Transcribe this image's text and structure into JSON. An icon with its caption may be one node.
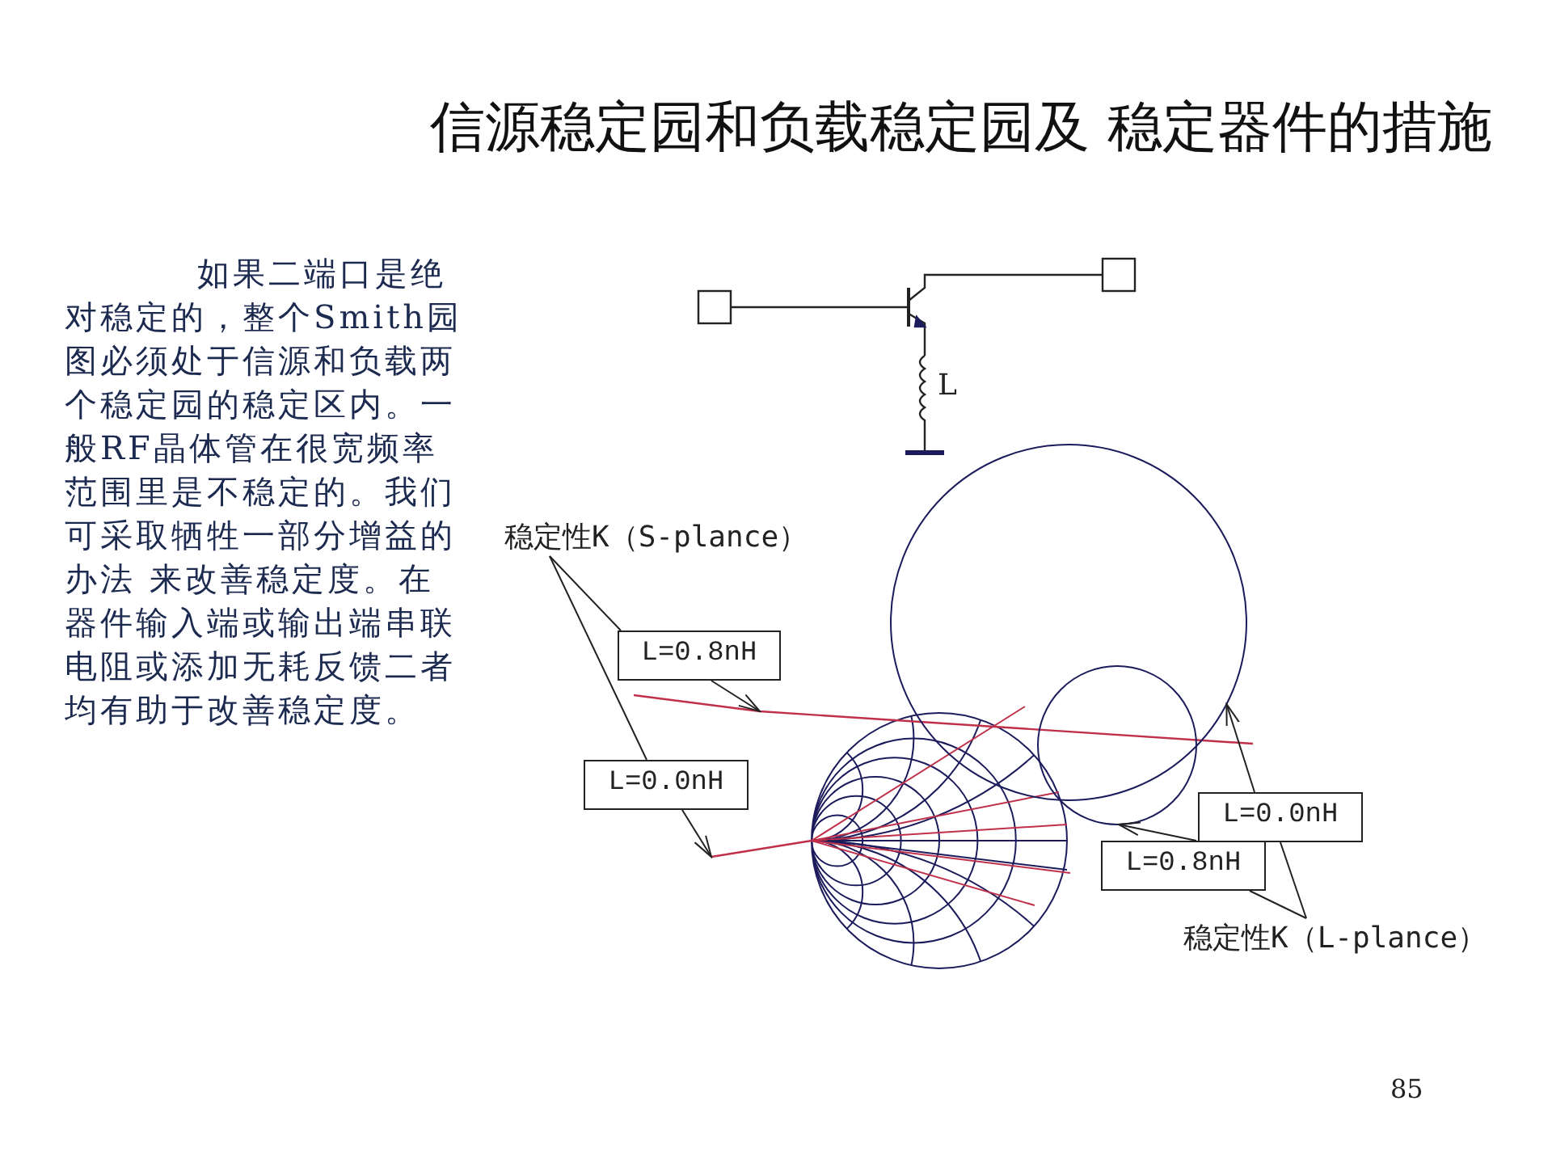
{
  "diagram": {
    "title": "信源稳定园和负载稳定园及 稳定器件的措施",
    "nodes": [
      {
        "text": [
          "稳定性K（S-plance）"
        ]
      },
      {
        "text": [
          "L=0.8nH"
        ]
      },
      {
        "text": [
          "L=0.0nH"
        ]
      },
      {
        "text": [
          "L=0.0nH"
        ]
      },
      {
        "text": [
          "L=0.8nH"
        ]
      },
      {
        "text": [
          "稳定性K（L-plance）"
        ]
      },
      {
        "text": [],
        "shape": "curve"
      },
      {
        "text": [],
        "shape": "curve"
      },
      {
        "text": [],
        "shape": "circle"
      },
      {
        "text": [],
        "shape": "circle"
      }
    ],
    "edges": [
      {
        "from": 0,
        "to": 1,
        "arrow": "none"
      },
      {
        "from": 0,
        "to": 2,
        "arrow": "none"
      },
      {
        "from": 1,
        "to": 6,
        "arrow": "to"
      },
      {
        "from": 2,
        "to": 7,
        "arrow": "to"
      },
      {
        "from": 5,
        "to": 4,
        "arrow": "none"
      },
      {
        "from": 5,
        "to": 3,
        "arrow": "none"
      },
      {
        "from": 3,
        "to": 9,
        "arrow": "to"
      },
      {
        "from": 4,
        "to": 8,
        "arrow": "to"
      }
    ],
    "labels": [
      "如果二端口是绝对稳定的，整个Smith园图必须处于信源和负载两个稳定园的稳定区内。一般RF晶体管在很宽频率范围里是不稳定的。我们可采取牺牲一部分增益的办法 来改善稳定度。在器件输入端或输出端串联电阻或添加无耗反馈二者均有助于改善稳定度。",
      "L",
      "85"
    ]
  }
}
